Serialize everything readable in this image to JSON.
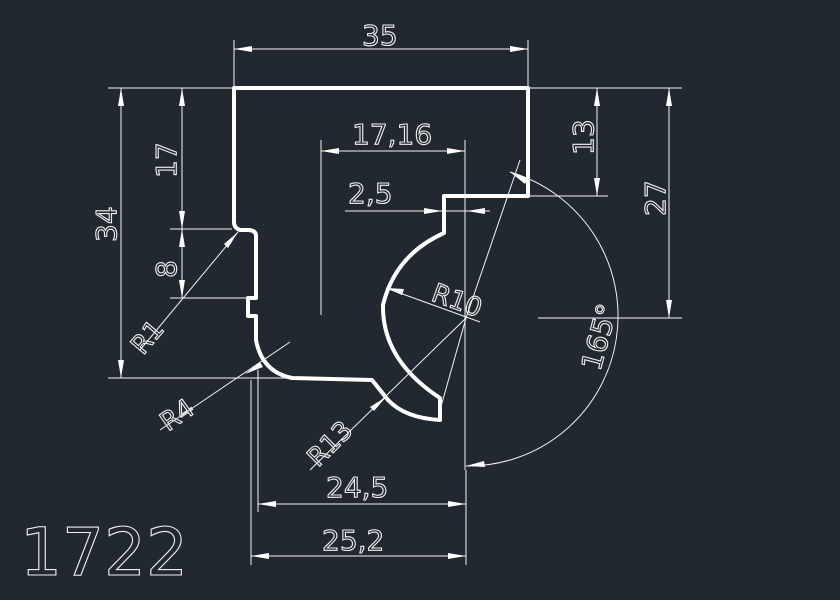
{
  "drawing": {
    "part_number": "1722",
    "background_color": "#212830",
    "line_color": "#ffffff",
    "dimensions": {
      "width_top": "35",
      "inner_width": "17,16",
      "step": "2,5",
      "height_left_upper": "17",
      "height_left_lower": "8",
      "height_total": "34",
      "height_right_upper": "13",
      "height_right": "27",
      "radius_r1": "R1",
      "radius_r4": "R4",
      "radius_r10": "R10",
      "radius_r13": "R13",
      "angle": "165°",
      "width_bottom_inner": "24,5",
      "width_bottom": "25,2"
    }
  }
}
